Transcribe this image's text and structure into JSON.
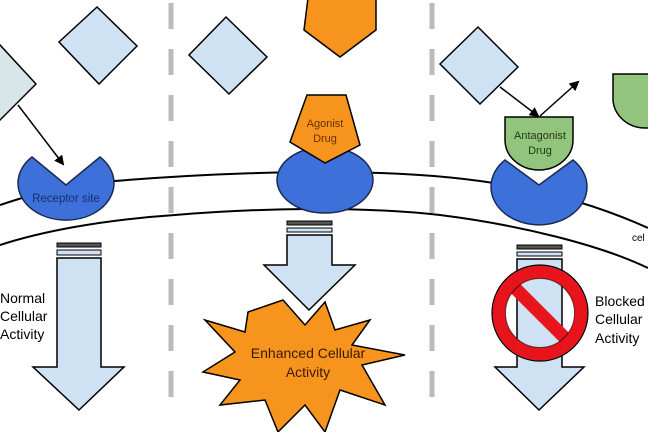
{
  "colors": {
    "receptor": "#3d71d9",
    "agonist": "#f7941d",
    "antagonist": "#93c47d",
    "molecule": "#cfe2f3",
    "divider": "#bbbbbb",
    "prohibition": "#e8141c"
  },
  "panels": {
    "normal": {
      "receptor_label": "Receptor site",
      "activity_lines": [
        "Normal",
        "Cellular",
        "Activity"
      ]
    },
    "agonist": {
      "drug_lines": [
        "Agonist",
        "Drug"
      ],
      "activity_lines": [
        "Enhanced Cellular",
        "Activity"
      ]
    },
    "antagonist": {
      "drug_lines": [
        "Antagonist",
        "Drug"
      ],
      "membrane_label": "cel",
      "activity_lines": [
        "Blocked",
        "Cellular",
        "Activity"
      ],
      "blocked_icon": "prohibition-icon"
    }
  }
}
